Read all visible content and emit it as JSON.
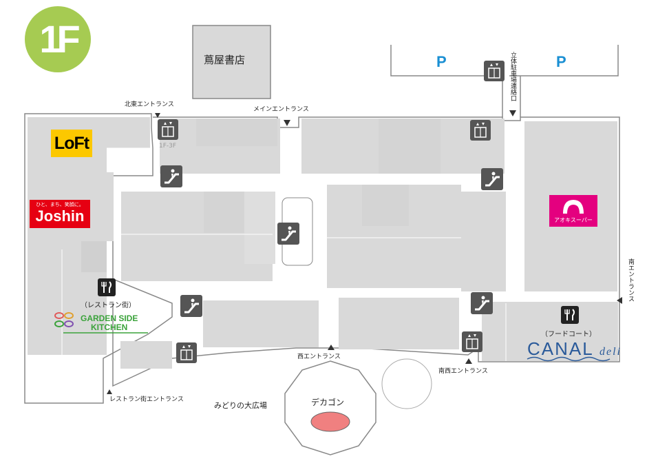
{
  "map": {
    "floor_label": "1F",
    "bookstore": "蔦屋書店",
    "parking_label": "P",
    "elevator_floors": "1F-3F",
    "entrances": {
      "north_east": "北東エントランス",
      "main": "メインエントランス",
      "east_parking": "立体駐車場連絡口",
      "south": "南エントランス",
      "west": "西エントランス",
      "south_west": "南西エントランス",
      "restaurant_street": "レストラン街エントランス"
    },
    "stores": {
      "loft": "LoFt",
      "joshin_tagline": "ひと、まち、笑顔に。",
      "joshin": "Joshin",
      "aoki_super": "アオキスーパー",
      "garden_side_line1": "GARDEN SIDE",
      "garden_side_line2": "KITCHEN",
      "canal_main": "CANAL",
      "canal_sub": "deli"
    },
    "zones": {
      "restaurant_street": "（レストラン街）",
      "food_court": "（フードコート）"
    },
    "plaza": "みどりの大広場",
    "decagon": "デカゴン",
    "colors": {
      "floor_badge": "#a6cb52",
      "shop_fill": "#d9d9d9",
      "parking_p": "#1a8fd3",
      "loft_bg": "#fcc800",
      "joshin_bg": "#e60012",
      "aoki_bg": "#e4007f",
      "decagon_oval": "#f08080",
      "canal_text": "#2a5a9a",
      "garden_text": "#3aa23a"
    },
    "icons": [
      "elevator-icon",
      "escalator-icon",
      "restaurant-icon",
      "entrance-arrow-icon"
    ]
  }
}
